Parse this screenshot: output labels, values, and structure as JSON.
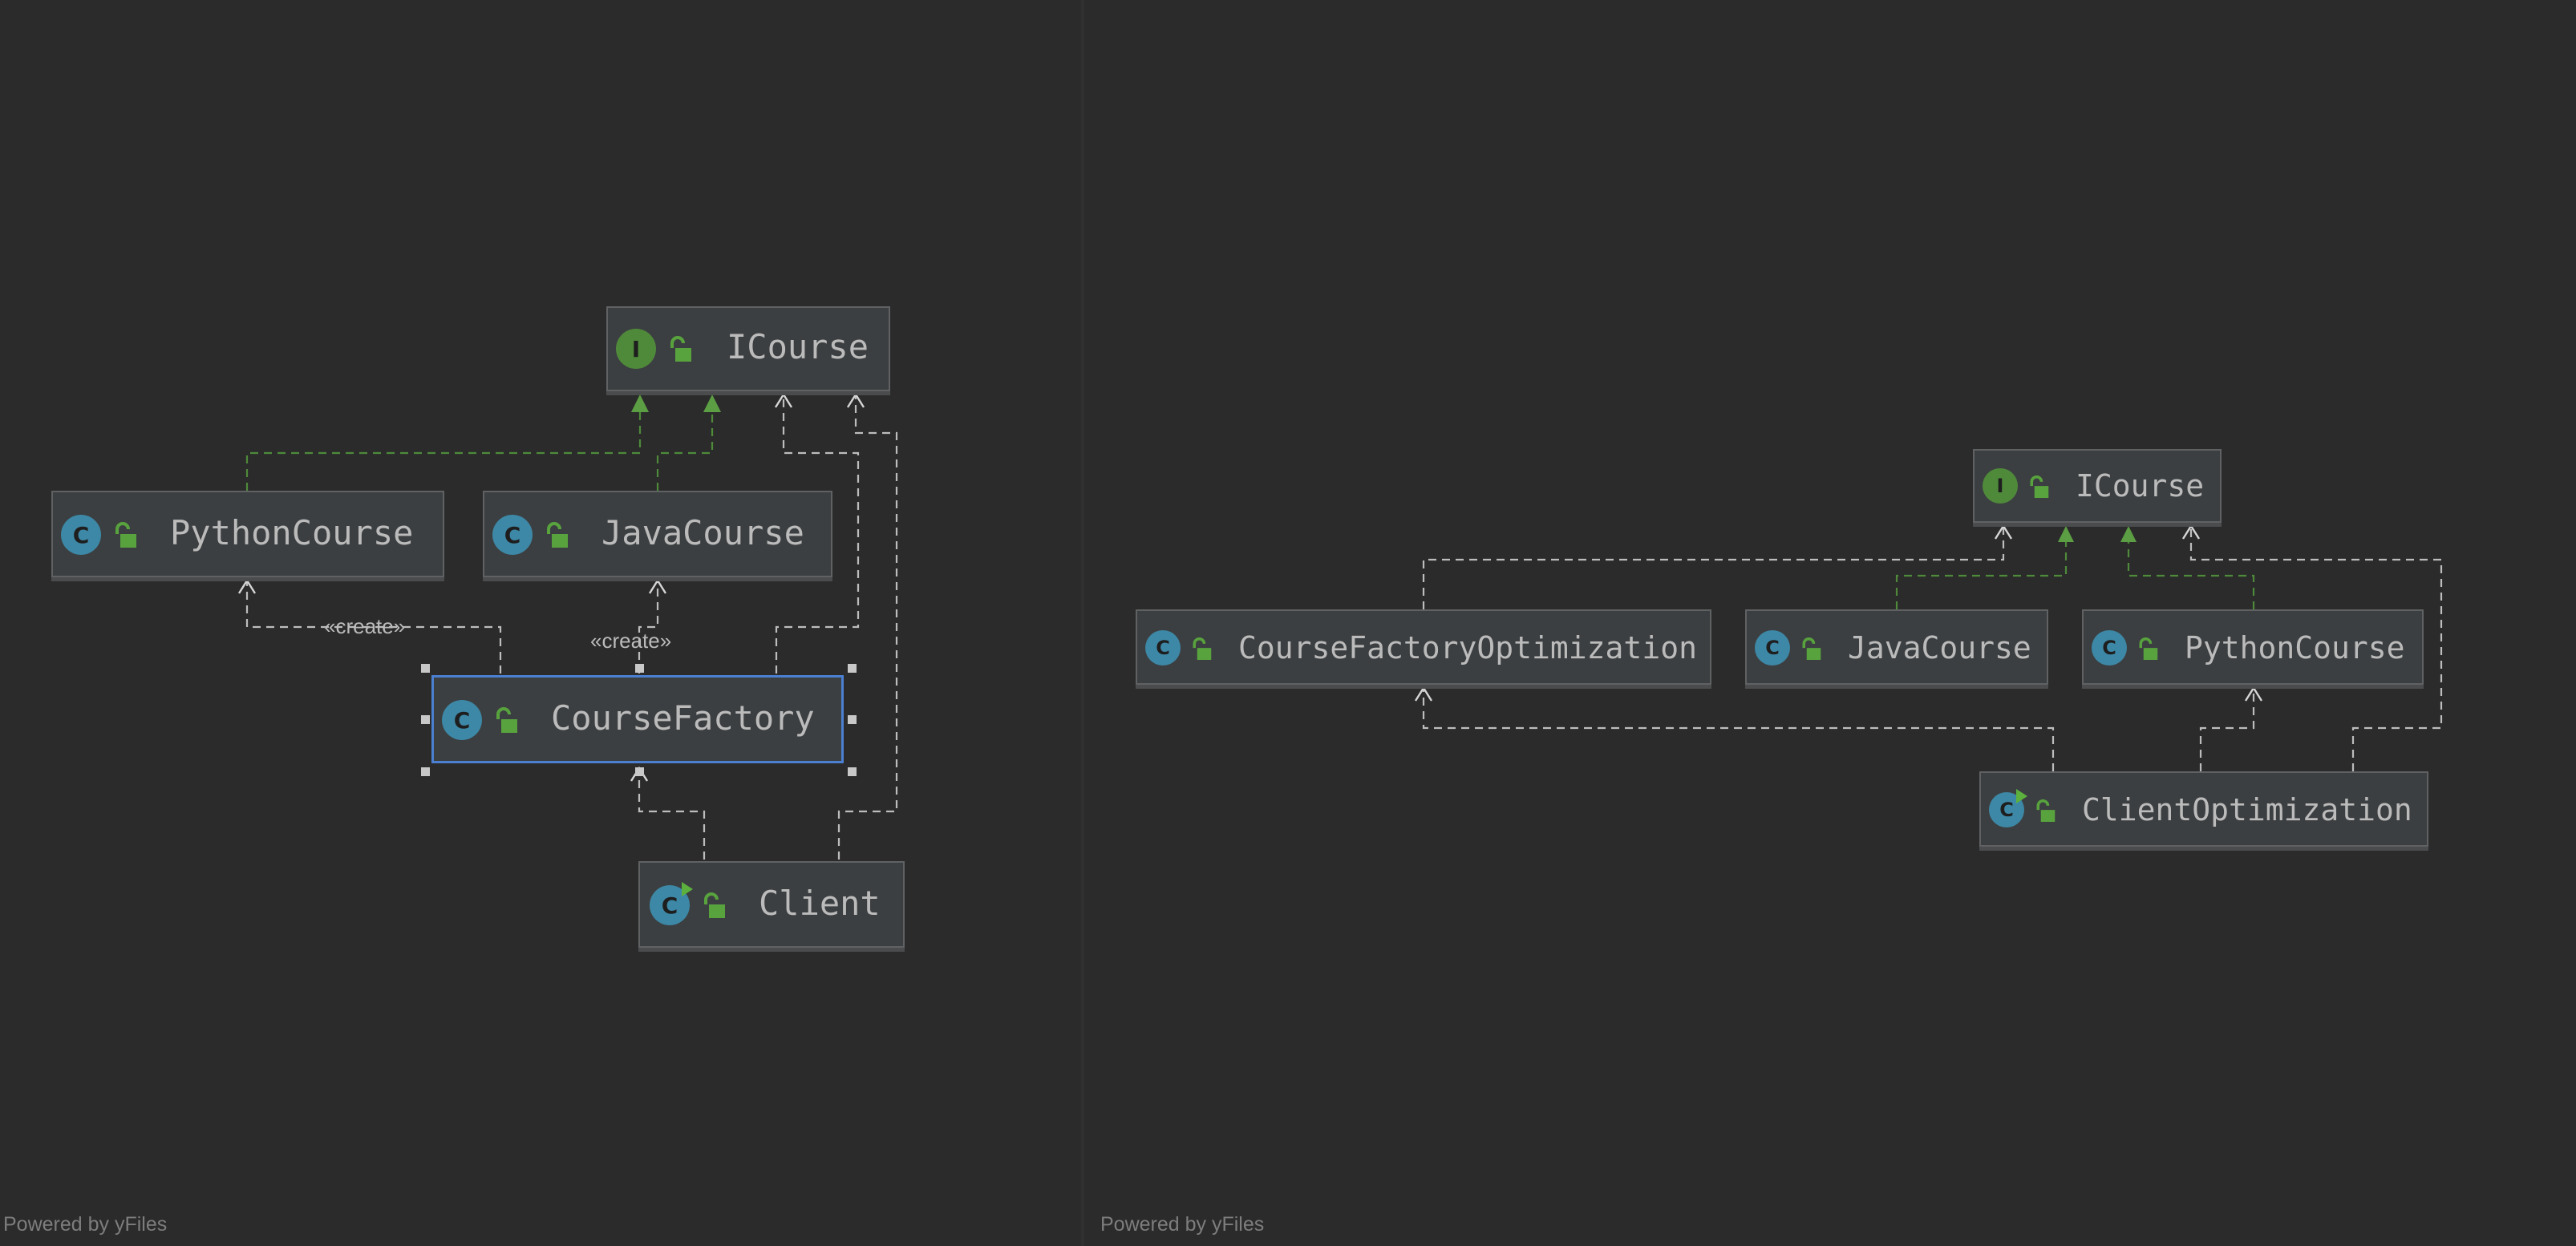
{
  "colors": {
    "background": "#2b2b2b",
    "node_fill": "#3c3f41",
    "node_border": "#5f6162",
    "selection": "#4b7fd1",
    "class_badge": "#3d88a6",
    "interface_badge": "#4f8a3a",
    "realization_edge": "#4e8a3a",
    "dependency_edge": "#bdbdbd",
    "text": "#bbbbbb"
  },
  "left": {
    "nodes": {
      "icourse": {
        "label": "ICourse",
        "badge": "I",
        "kind": "interface",
        "icon": "interface-icon"
      },
      "python_course": {
        "label": "PythonCourse",
        "badge": "C",
        "kind": "class",
        "icon": "class-icon"
      },
      "java_course": {
        "label": "JavaCourse",
        "badge": "C",
        "kind": "class",
        "icon": "class-icon"
      },
      "course_factory": {
        "label": "CourseFactory",
        "badge": "C",
        "kind": "class",
        "icon": "class-icon",
        "selected": true
      },
      "client": {
        "label": "Client",
        "badge": "C",
        "kind": "runnable class",
        "icon": "runnable-class-icon"
      }
    },
    "edge_labels": {
      "create_python": "«create»",
      "create_java": "«create»"
    },
    "footer": "Powered by yFiles"
  },
  "right": {
    "nodes": {
      "icourse": {
        "label": "ICourse",
        "badge": "I",
        "kind": "interface",
        "icon": "interface-icon"
      },
      "factory_opt": {
        "label": "CourseFactoryOptimization",
        "badge": "C",
        "kind": "class",
        "icon": "class-icon"
      },
      "java_course": {
        "label": "JavaCourse",
        "badge": "C",
        "kind": "class",
        "icon": "class-icon"
      },
      "python_course": {
        "label": "PythonCourse",
        "badge": "C",
        "kind": "class",
        "icon": "class-icon"
      },
      "client_opt": {
        "label": "ClientOptimization",
        "badge": "C",
        "kind": "runnable class",
        "icon": "runnable-class-icon"
      }
    },
    "footer": "Powered by yFiles"
  },
  "edges": {
    "left": [
      {
        "from": "PythonCourse",
        "to": "ICourse",
        "type": "realization"
      },
      {
        "from": "JavaCourse",
        "to": "ICourse",
        "type": "realization"
      },
      {
        "from": "CourseFactory",
        "to": "ICourse",
        "type": "dependency"
      },
      {
        "from": "Client",
        "to": "ICourse",
        "type": "dependency"
      },
      {
        "from": "CourseFactory",
        "to": "PythonCourse",
        "type": "dependency",
        "label": "«create»"
      },
      {
        "from": "CourseFactory",
        "to": "JavaCourse",
        "type": "dependency",
        "label": "«create»"
      },
      {
        "from": "Client",
        "to": "CourseFactory",
        "type": "dependency"
      }
    ],
    "right": [
      {
        "from": "JavaCourse",
        "to": "ICourse",
        "type": "realization"
      },
      {
        "from": "PythonCourse",
        "to": "ICourse",
        "type": "realization"
      },
      {
        "from": "CourseFactoryOptimization",
        "to": "ICourse",
        "type": "dependency"
      },
      {
        "from": "ClientOptimization",
        "to": "ICourse",
        "type": "dependency"
      },
      {
        "from": "ClientOptimization",
        "to": "CourseFactoryOptimization",
        "type": "dependency"
      },
      {
        "from": "ClientOptimization",
        "to": "PythonCourse",
        "type": "dependency"
      }
    ]
  }
}
